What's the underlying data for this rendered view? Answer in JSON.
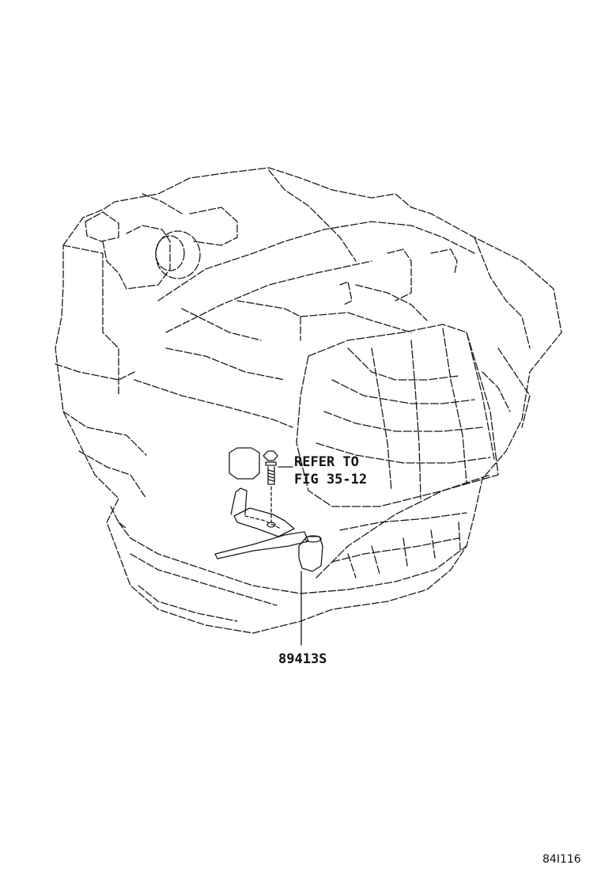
{
  "callouts": {
    "refer_line1": "REFER TO",
    "refer_line2": "FIG 35-12",
    "part_number": "89413S"
  },
  "figure_code": "84I116",
  "colors": {
    "line": "#1a1a1a",
    "background": "#ffffff"
  }
}
